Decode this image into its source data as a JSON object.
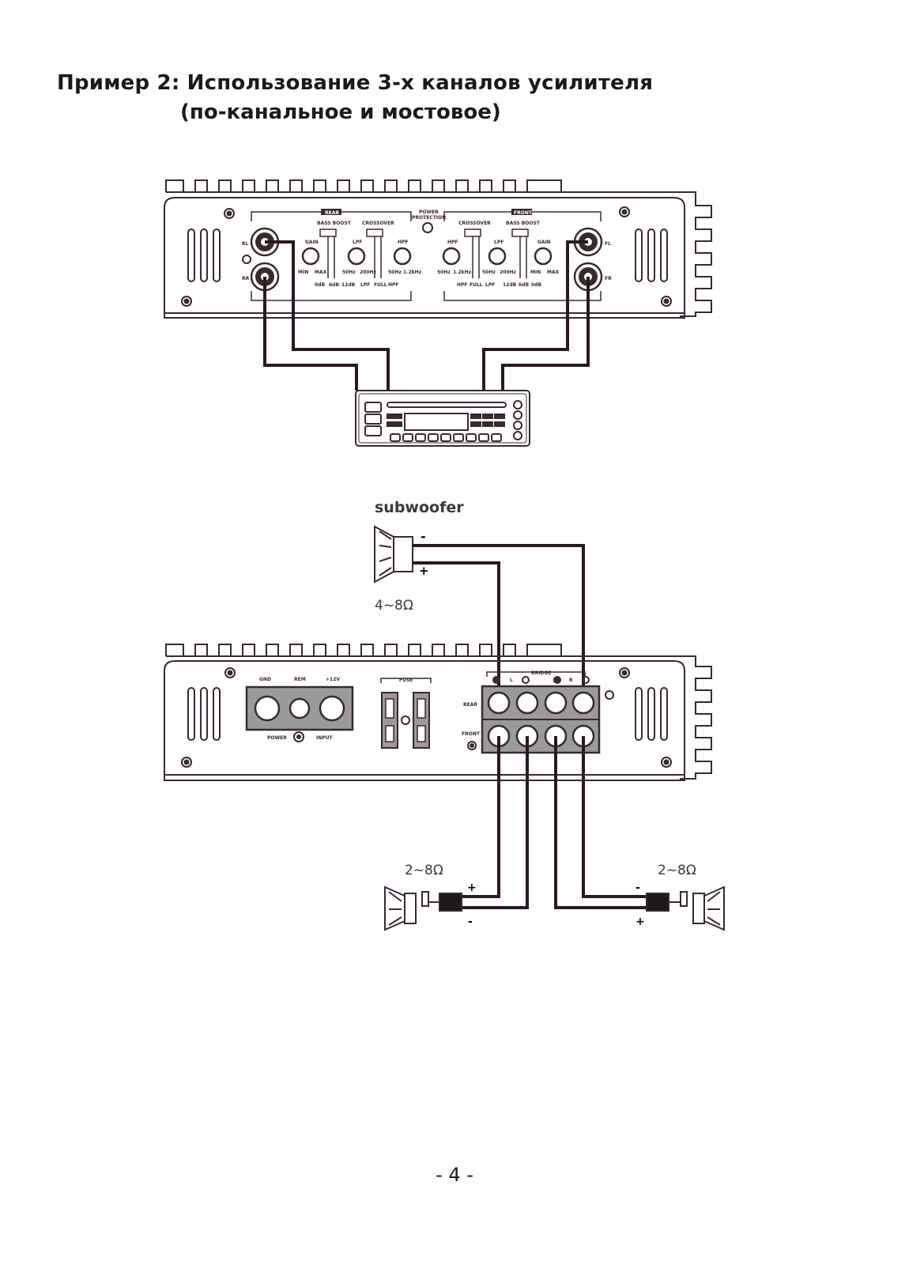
{
  "page": {
    "title": "Пример 2: Использование 3-х каналов усилителя",
    "subtitle": "(по-канальное и мостовое)",
    "page_number": "- 4 -"
  },
  "amp_front": {
    "rear_label": "REAR",
    "front_label": "FRONT",
    "power_protection_1": "POWER",
    "power_protection_2": "PROTECTION",
    "rl": "RL",
    "rr": "RR",
    "fl": "FL",
    "fr": "FR",
    "left": {
      "gain": "GAIN",
      "bass_boost": "BASS BOOST",
      "crossover": "CROSSOVER",
      "lpf": "LPF",
      "hpf": "HPF",
      "min": "MIN",
      "max": "MAX",
      "lpf_low": "50Hz",
      "lpf_high": "200Hz",
      "hpf_low": "50Hz",
      "hpf_high": "1.2kHz",
      "db0": "0dB",
      "db6": "6dB",
      "db12": "12dB",
      "sw_lpf": "LPF",
      "sw_full": "FULL",
      "sw_hpf": "HPF"
    },
    "right": {
      "hpf": "HPF",
      "crossover": "CROSSOVER",
      "lpf": "LPF",
      "bass_boost": "BASS BOOST",
      "gain": "GAIN",
      "hpf_low": "50Hz",
      "hpf_high": "1.2kHz",
      "lpf_low": "50Hz",
      "lpf_high": "200Hz",
      "min": "MIN",
      "max": "MAX",
      "sw_hpf": "HPF",
      "sw_full": "FULL",
      "sw_lpf": "LPF",
      "db12": "12dB",
      "db6": "6dB",
      "db0": "0dB"
    }
  },
  "speakers": {
    "subwoofer_label": "subwoofer",
    "sub_minus": "-",
    "sub_plus": "+",
    "sub_impedance": "4~8Ω",
    "left_impedance": "2~8Ω",
    "right_impedance": "2~8Ω",
    "left_plus": "+",
    "left_minus": "-",
    "right_minus": "-",
    "right_plus": "+"
  },
  "amp_rear": {
    "gnd": "GND",
    "rem": "REM",
    "plus12": "+12V",
    "power": "POWER",
    "input": "INPUT",
    "fuse": "FUSE",
    "bridge": "BRIDGE",
    "rear": "REAR",
    "front": "FRONT",
    "l": "L",
    "r": "R"
  }
}
